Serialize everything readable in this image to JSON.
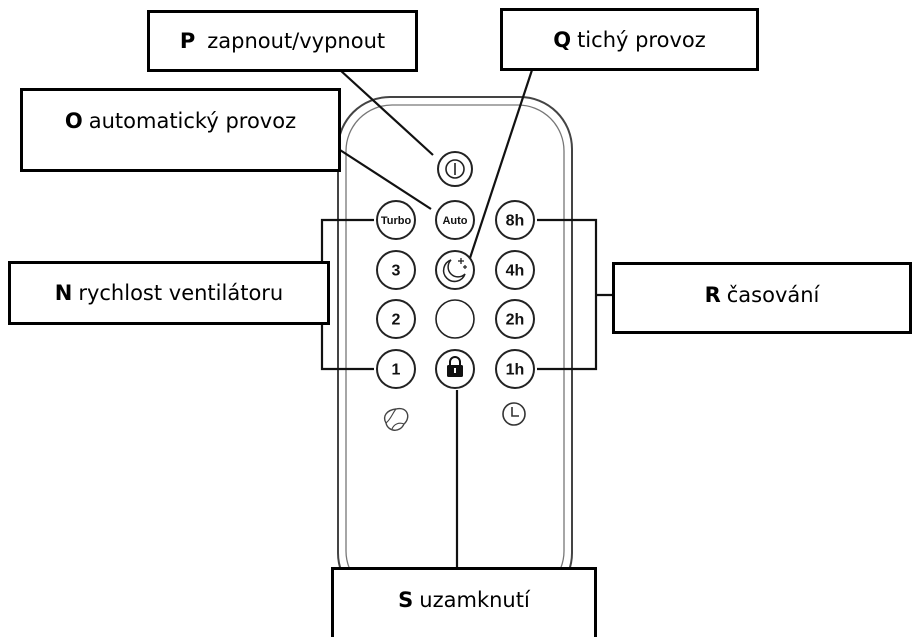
{
  "callouts": {
    "P": {
      "letter": "P",
      "text": "zapnout/vypnout"
    },
    "Q": {
      "letter": "Q",
      "text": "tichý provoz"
    },
    "O": {
      "letter": "O",
      "text": "automatický provoz"
    },
    "N": {
      "letter": "N",
      "text": "rychlost ventilátoru"
    },
    "R": {
      "letter": "R",
      "text": "časování"
    },
    "S": {
      "letter": "S",
      "text": "uzamknutí"
    }
  },
  "remote": {
    "buttons": {
      "turbo": "Turbo",
      "auto": "Auto",
      "timer_8h": "8h",
      "speed_3": "3",
      "timer_4h": "4h",
      "speed_2": "2",
      "timer_2h": "2h",
      "speed_1": "1",
      "timer_1h": "1h"
    },
    "icons": [
      "power-icon",
      "night-mode-icon",
      "lock-icon",
      "fan-icon",
      "clock-icon"
    ]
  }
}
